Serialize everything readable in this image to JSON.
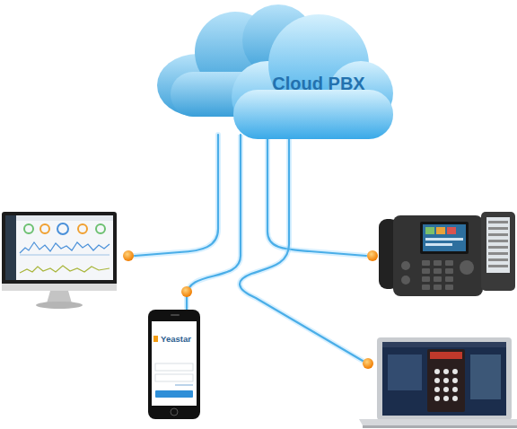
{
  "diagram": {
    "nodes": [
      {
        "text": [
          "Cloud PBX"
        ]
      },
      {
        "text": [
          "Yeastar"
        ]
      }
    ],
    "edges": [
      {
        "from": 0,
        "to": 1,
        "arrow": "none"
      }
    ]
  }
}
